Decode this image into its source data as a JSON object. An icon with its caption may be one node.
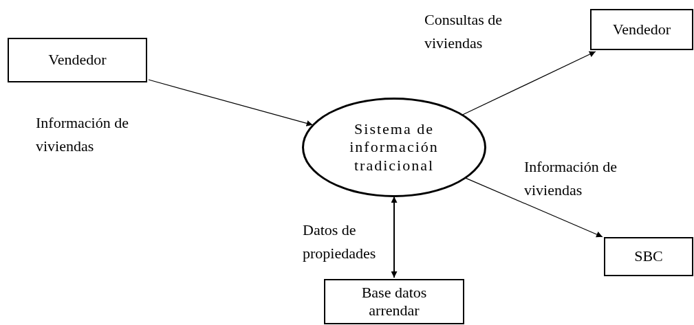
{
  "diagram": {
    "nodes": [
      {
        "text": [
          "Vendedor"
        ]
      },
      {
        "text": [
          "Sistema de información tradicional"
        ]
      },
      {
        "text": [
          "Vendedor"
        ]
      },
      {
        "text": [
          "SBC"
        ]
      },
      {
        "text": [
          "Base datos arrendar"
        ]
      }
    ],
    "edges": [
      {
        "from": 0,
        "to": 1,
        "arrow": "to",
        "label": "Información de viviendas"
      },
      {
        "from": 1,
        "to": 2,
        "arrow": "to",
        "label": "Consultas de viviendas"
      },
      {
        "from": 1,
        "to": 3,
        "arrow": "to",
        "label": "Información de viviendas"
      },
      {
        "from": 4,
        "to": 1,
        "arrow": "both",
        "label": "Datos de propiedades"
      }
    ]
  }
}
